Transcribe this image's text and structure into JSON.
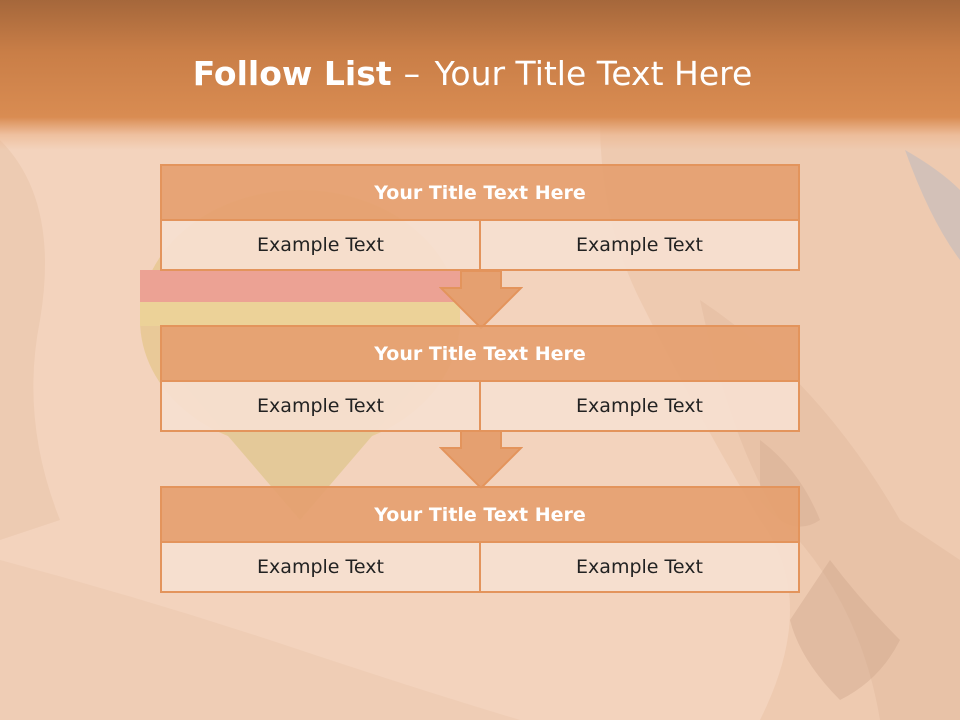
{
  "slide": {
    "title_bold": "Follow List",
    "title_sep": "–",
    "title_rest": "Your Title Text Here"
  },
  "blocks": [
    {
      "title": "Your Title Text Here",
      "cells": [
        "Example Text",
        "Example Text"
      ]
    },
    {
      "title": "Your Title Text Here",
      "cells": [
        "Example Text",
        "Example Text"
      ]
    },
    {
      "title": "Your Title Text Here",
      "cells": [
        "Example Text",
        "Example Text"
      ]
    }
  ],
  "colors": {
    "header": "#d98c52",
    "block_title": "#e5a070",
    "block_border": "#e3945c",
    "block_row": "#f6dfd0",
    "background": "#f3d3bd"
  },
  "background_image": "desert-cliffs-with-hot-air-balloon"
}
